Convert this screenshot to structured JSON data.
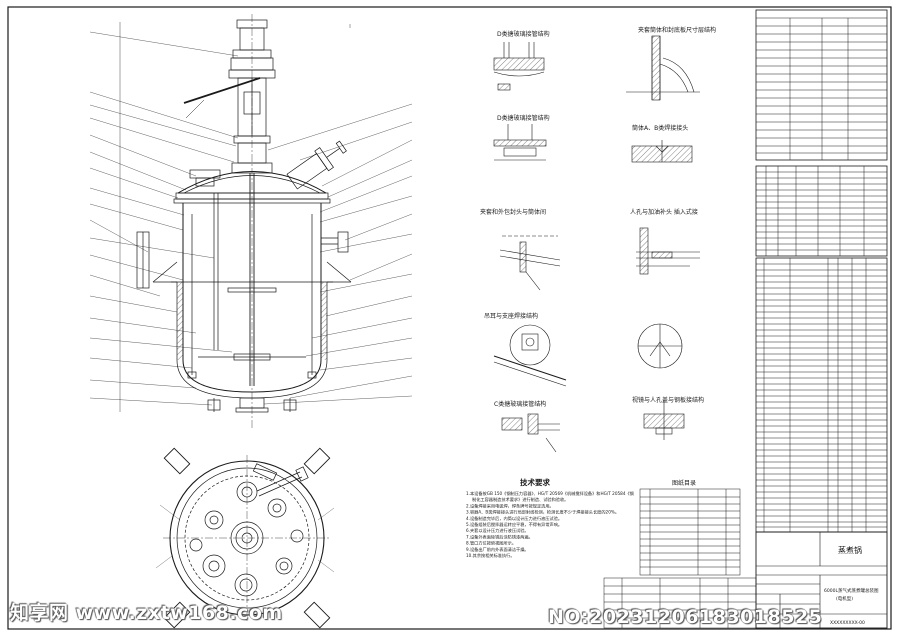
{
  "title_block": {
    "equipment_name": "蒸煮锅",
    "drawing_title": "6000L蒸气式蒸煮罐总装图",
    "drawing_subtitle": "(电机型)",
    "drawing_number": "XXXXXXXXX-00"
  },
  "section_labels": {
    "detail_a": "D类搪玻璃接管结构",
    "detail_b": "D类搪玻璃接管结构",
    "detail_c": "夹套筒体和封底板尺寸层结构",
    "detail_d": "筒体A、B类焊接接头",
    "detail_e": "夹套和外包封头与筒体间",
    "detail_f": "人孔与加油补头 插入式接",
    "detail_g": "吊耳与支座焊接结构",
    "detail_h": "C类搪玻璃接管结构",
    "detail_i": "视镜与人孔盖与钢板接结构",
    "tech_req_title": "技术要求",
    "drawing_list_title": "图纸目录"
  },
  "tech_requirements": [
    "1.本设备按GB 150《钢制压力容器》、HG/T 20569《机械搅拌设备》和HG/T 20584《钢制化工容器制造技术要求》进行制造、试验和验收。",
    "2.设备焊接采用电弧焊，焊条牌号按规定选用。",
    "3.容器A、B类焊接接头进行局部射线检测，检测长度不少于焊接接头长度的20%。",
    "4.设备制造完毕后，内筒以设计压力进行液压试验。",
    "5.设备组装后搅拌器运转应平稳，不得有异常声响。",
    "6.夹套以设计压力进行液压试验。",
    "7.设备外表面除锈后涂防锈漆两遍。",
    "8.管口方位按俯视图所示。",
    "9.设备出厂前内外表面清洁干燥。",
    "10.其余按相关标准执行。"
  ],
  "watermarks": {
    "site": "知享网 www.zxtw168.com",
    "number": "NO:20231206183018525"
  },
  "colors": {
    "line": "#1a1a1a",
    "paper": "#ffffff"
  }
}
